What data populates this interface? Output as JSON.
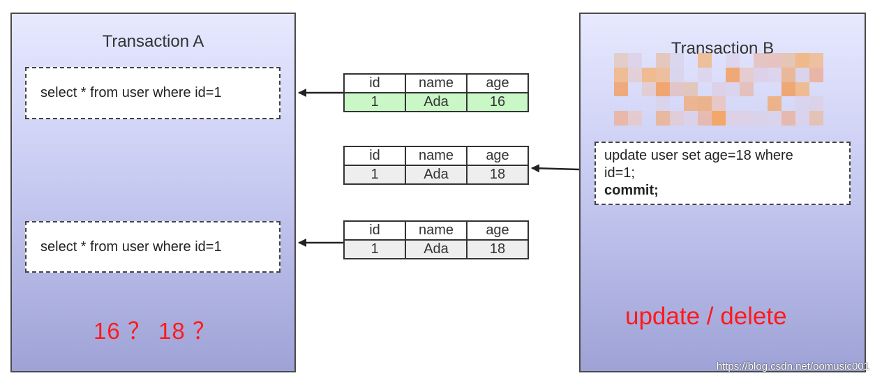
{
  "transaction_a": {
    "title": "Transaction A",
    "query1": "select * from user where id=1",
    "query2": "select * from user where id=1",
    "result_question": "16 ？ 18 ？"
  },
  "transaction_b": {
    "title": "Transaction B",
    "statement_line1": "update user set age=18 where",
    "statement_line2": "id=1;",
    "statement_line3": "commit;",
    "operation_note": "update / delete"
  },
  "records": [
    {
      "headers": [
        "id",
        "name",
        "age"
      ],
      "values": [
        "1",
        "Ada",
        "16"
      ]
    },
    {
      "headers": [
        "id",
        "name",
        "age"
      ],
      "values": [
        "1",
        "Ada",
        "18"
      ]
    },
    {
      "headers": [
        "id",
        "name",
        "age"
      ],
      "values": [
        "1",
        "Ada",
        "18"
      ]
    }
  ],
  "colors": {
    "first_row_highlight": "#c9f7c6",
    "accent_red": "#ff1a1a",
    "panel_gradient_bottom": "#9ea2d6"
  },
  "watermark": "https://blog.csdn.net/oomusic001"
}
